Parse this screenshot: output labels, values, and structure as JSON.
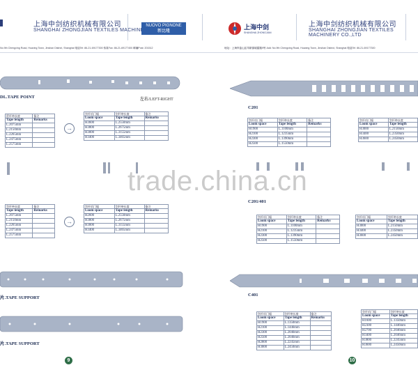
{
  "header": {
    "left_cn": "上海中剑纺织机械有限公司",
    "left_en": "SHANGHAI ZHONGJIAN TEXTILES MACHINERY CO.,LTD",
    "nuovo_en": "NUOVO PIGNONE",
    "nuovo_cn": "新比隆",
    "logo_cn": "上海中剑",
    "logo_en": "SHANGHAI ZHONGJIAN",
    "right_cn": "上海中剑纺织机械有限公司",
    "right_en": "SHANGHAI ZHONGJIAN TEXTILES MACHINERY CO.,LTD",
    "address_left": "No.9th Chengxing Road, Huaxing Town, Jinshan District, Shanghai 电话Tel: 86-21-69177300 传真Fax: 86-21-69177400 邮编Post: 201512",
    "address_right": "地址：上海市金山区华新镇城星路9号 Add: No.9th Chengxing Road, Huaxing Town, Jinshan District, Shanghai 电话Tel: 86-21-69177300"
  },
  "left_page": {
    "labels": {
      "tape_point": "DL.TAPE POINT",
      "left_right": "左右/LEFT-RIGHT",
      "tape_support_1": "片.TAPE SUPPORT",
      "tape_support_2": "片.TAPE SUPPORT"
    },
    "arrow": "→",
    "page_number": "9",
    "tables": {
      "t1": {
        "cn": [
          "箭杆带长度",
          "备注"
        ],
        "head": [
          "Tape length",
          "Remarks"
        ],
        "rows": [
          "L.2075mm",
          "L.2150mm",
          "L.2265mm",
          "L.2475mm",
          "L.2575mm"
        ]
      },
      "t2": {
        "cn": [
          "剑杆机门幅",
          "剑杆带长度",
          "备注"
        ],
        "head": [
          "Loom space",
          "Tape length",
          "Remarks"
        ],
        "rows": [
          [
            "H3600",
            "L.2550mm"
          ],
          [
            "H3800",
            "L.2675mm"
          ],
          [
            "H3000",
            "L.3155mm"
          ],
          [
            "H3400",
            "L.3465mm"
          ]
        ]
      },
      "t3": {
        "cn": [
          "剑杆带长度",
          "备注"
        ],
        "head": [
          "Tape length",
          "Remarks"
        ],
        "rows": [
          "L.2075mm",
          "L.2150mm",
          "L.2265mm",
          "L.2475mm",
          "L.2575mm"
        ]
      },
      "t4": {
        "cn": [
          "剑杆机门幅",
          "剑杆带长度",
          "备注"
        ],
        "head": [
          "Loom space",
          "Tape length",
          "Remarks"
        ],
        "rows": [
          [
            "H2600",
            "L.2550mm"
          ],
          [
            "H3800",
            "L.2675mm"
          ],
          [
            "H3000",
            "L.3155mm"
          ],
          [
            "H3400",
            "L.3465mm"
          ]
        ]
      }
    }
  },
  "right_page": {
    "labels": {
      "c201": "C201",
      "c201_401": "C201/401",
      "c401": "C401"
    },
    "page_number": "10",
    "tables": {
      "r1": {
        "cn": [
          "剑杆机门幅",
          "剑杆带长度",
          "备注"
        ],
        "head": [
          "Loom space",
          "Tape length",
          "Remarks"
        ],
        "rows": [
          [
            "H1900",
            "L.1100mm"
          ],
          [
            "H2100",
            "L.1235mm"
          ],
          [
            "H2300",
            "L.1390mm"
          ],
          [
            "H2500",
            "L.1550mm"
          ]
        ]
      },
      "r2": {
        "cn": [
          "剑杆机门幅",
          "剑杆带长度"
        ],
        "head": [
          "Loom space",
          "Tape length"
        ],
        "rows": [
          [
            "H3000",
            "L.2150mm"
          ],
          [
            "H3400",
            "L.2350mm"
          ],
          [
            "H3600",
            "L.2450mm"
          ]
        ]
      },
      "r3": {
        "cn": [
          "剑杆机门幅",
          "剑杆带长度",
          "备注"
        ],
        "head": [
          "Loom space",
          "Tape length",
          "Remarks"
        ],
        "rows": [
          [
            "H1900",
            "L.1100mm"
          ],
          [
            "H2100",
            "L.1235mm"
          ],
          [
            "H2300",
            "L.1390mm"
          ],
          [
            "H2500",
            "L.1550mm"
          ]
        ]
      },
      "r4": {
        "cn": [
          "剑杆机门幅",
          "剑杆带长度"
        ],
        "head": [
          "Loom space",
          "Tape length"
        ],
        "rows": [
          [
            "H3000",
            "L.2150mm"
          ],
          [
            "H3400",
            "L.2350mm"
          ],
          [
            "H3600",
            "L.2450mm"
          ]
        ]
      },
      "r5": {
        "cn": [
          "剑杆机门幅",
          "剑杆带长度",
          "备注"
        ],
        "head": [
          "Loom space",
          "Tape length",
          "Remarks"
        ],
        "rows": [
          [
            "H1900",
            "L.1350mm"
          ],
          [
            "H2100",
            "L.1446mm"
          ],
          [
            "H2300",
            "L.2046mm"
          ],
          [
            "H2500",
            "L.2046mm"
          ],
          [
            "H2800",
            "L.2245mm"
          ],
          [
            "H3000",
            "L.2450mm"
          ]
        ]
      },
      "r6": {
        "cn": [
          "剑杆机门幅",
          "剑杆带长度"
        ],
        "head": [
          "Loom space",
          "Tape length"
        ],
        "rows": [
          [
            "H1600",
            "L.1350mm"
          ],
          [
            "H2300",
            "L.1446mm"
          ],
          [
            "H2700",
            "L.2046mm"
          ],
          [
            "H3400",
            "L.2046mm"
          ],
          [
            "H3800",
            "L.2245mm"
          ],
          [
            "H3600",
            "L.2450mm"
          ]
        ]
      }
    }
  },
  "watermark": "trade.china.cn"
}
